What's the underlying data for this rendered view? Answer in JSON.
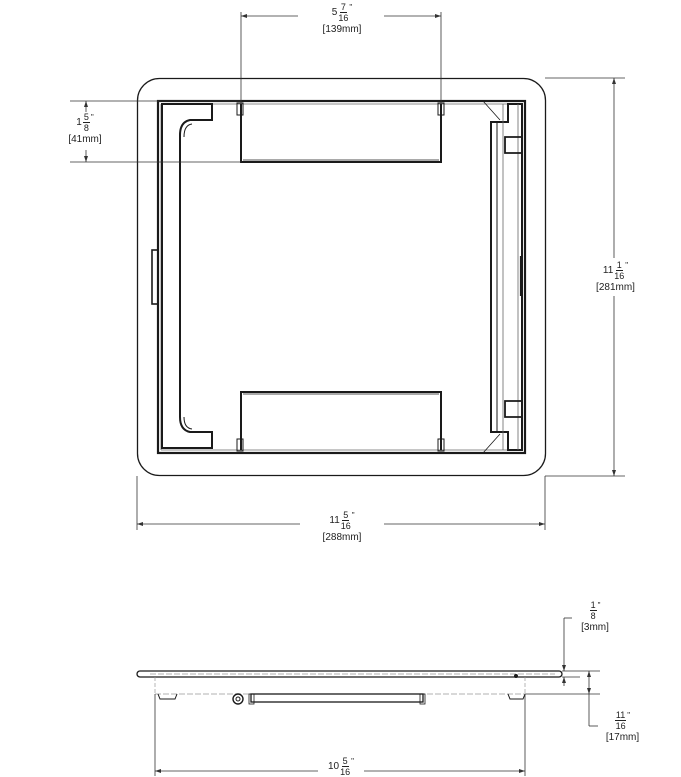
{
  "drawing": {
    "title": "Floor box cover dimensional drawing",
    "views": [
      "top-view",
      "side-view"
    ],
    "line_color": "#1a1a1a",
    "thin_line_color": "#555555",
    "background": "#ffffff"
  },
  "dimensions": {
    "top_opening_width": {
      "whole": "5",
      "num": "7",
      "den": "16",
      "inch": "\"",
      "mm": "[139mm]"
    },
    "opening_depth": {
      "whole": "1",
      "num": "5",
      "den": "8",
      "inch": "\"",
      "mm": "[41mm]"
    },
    "overall_height": {
      "whole": "11",
      "num": "1",
      "den": "16",
      "inch": "\"",
      "mm": "[281mm]"
    },
    "overall_width": {
      "whole": "11",
      "num": "5",
      "den": "16",
      "inch": "\"",
      "mm": "[288mm]"
    },
    "flange_thickness": {
      "whole": "",
      "num": "1",
      "den": "8",
      "inch": "\"",
      "mm": "[3mm]"
    },
    "body_depth": {
      "whole": "",
      "num": "11",
      "den": "16",
      "inch": "\"",
      "mm": "[17mm]"
    },
    "bottom_width": {
      "whole": "10",
      "num": "5",
      "den": "16",
      "inch": "\"",
      "mm": ""
    }
  }
}
